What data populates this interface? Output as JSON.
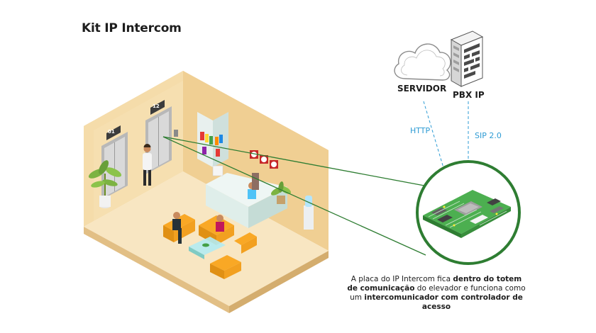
{
  "title": "Kit IP Intercom",
  "nodes": {
    "servidor": "SERVIDOR",
    "pbx": "PBX IP"
  },
  "links": {
    "http": "HTTP",
    "sip": "SIP 2.0"
  },
  "elevator_displays": [
    "01",
    "12"
  ],
  "caption": {
    "p1": "A placa do IP Intercom fica ",
    "b1": "dentro do totem de comunicação",
    "p2": " do elevador e funciona como um ",
    "b2": "intercomunicador com controlador de acesso"
  },
  "colors": {
    "accent_green": "#2e7d32",
    "link_blue": "#2d9bd4",
    "wall": "#f3d7a3",
    "floor": "#f7e4bf"
  }
}
